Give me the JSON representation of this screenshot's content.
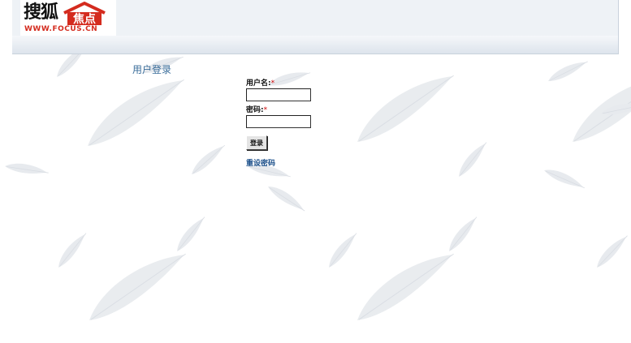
{
  "brand": {
    "logo_cn": "搜狐",
    "logo_house": "焦点",
    "logo_en": "WWW.FOCUS.CN",
    "logo_red": "#d42b1e"
  },
  "login": {
    "title": "用户登录",
    "username_label": "用户名:",
    "username_value": "",
    "password_label": "密码:",
    "password_value": "",
    "required_mark": "*",
    "submit_label": "登录",
    "reset_link": "重设密码"
  },
  "colors": {
    "title": "#3a6d9a",
    "link": "#1b4f8a",
    "required": "#cc0000",
    "header_bg": "#eef2f6"
  }
}
